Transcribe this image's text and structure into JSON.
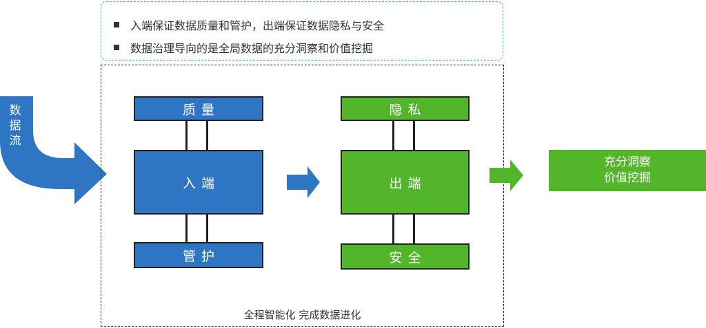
{
  "bullets": [
    "入端保证数据质量和管护，出端保证数据隐私与安全",
    "数据治理导向的是全局数据的充分洞察和价值挖掘"
  ],
  "flow_label": [
    "数",
    "据",
    "流"
  ],
  "inbound": {
    "top_label": "质量",
    "center_label": "入端",
    "bottom_label": "管护",
    "color": "#2e75c4"
  },
  "outbound": {
    "top_label": "隐私",
    "center_label": "出端",
    "bottom_label": "安全",
    "color": "#52b52a"
  },
  "result": {
    "line1": "充分洞察",
    "line2": "价值挖掘"
  },
  "frame_caption": "全程智能化  完成数据进化",
  "colors": {
    "blue": "#2e75c4",
    "green": "#52b52a",
    "dashed_blue": "#3aa0dc"
  }
}
